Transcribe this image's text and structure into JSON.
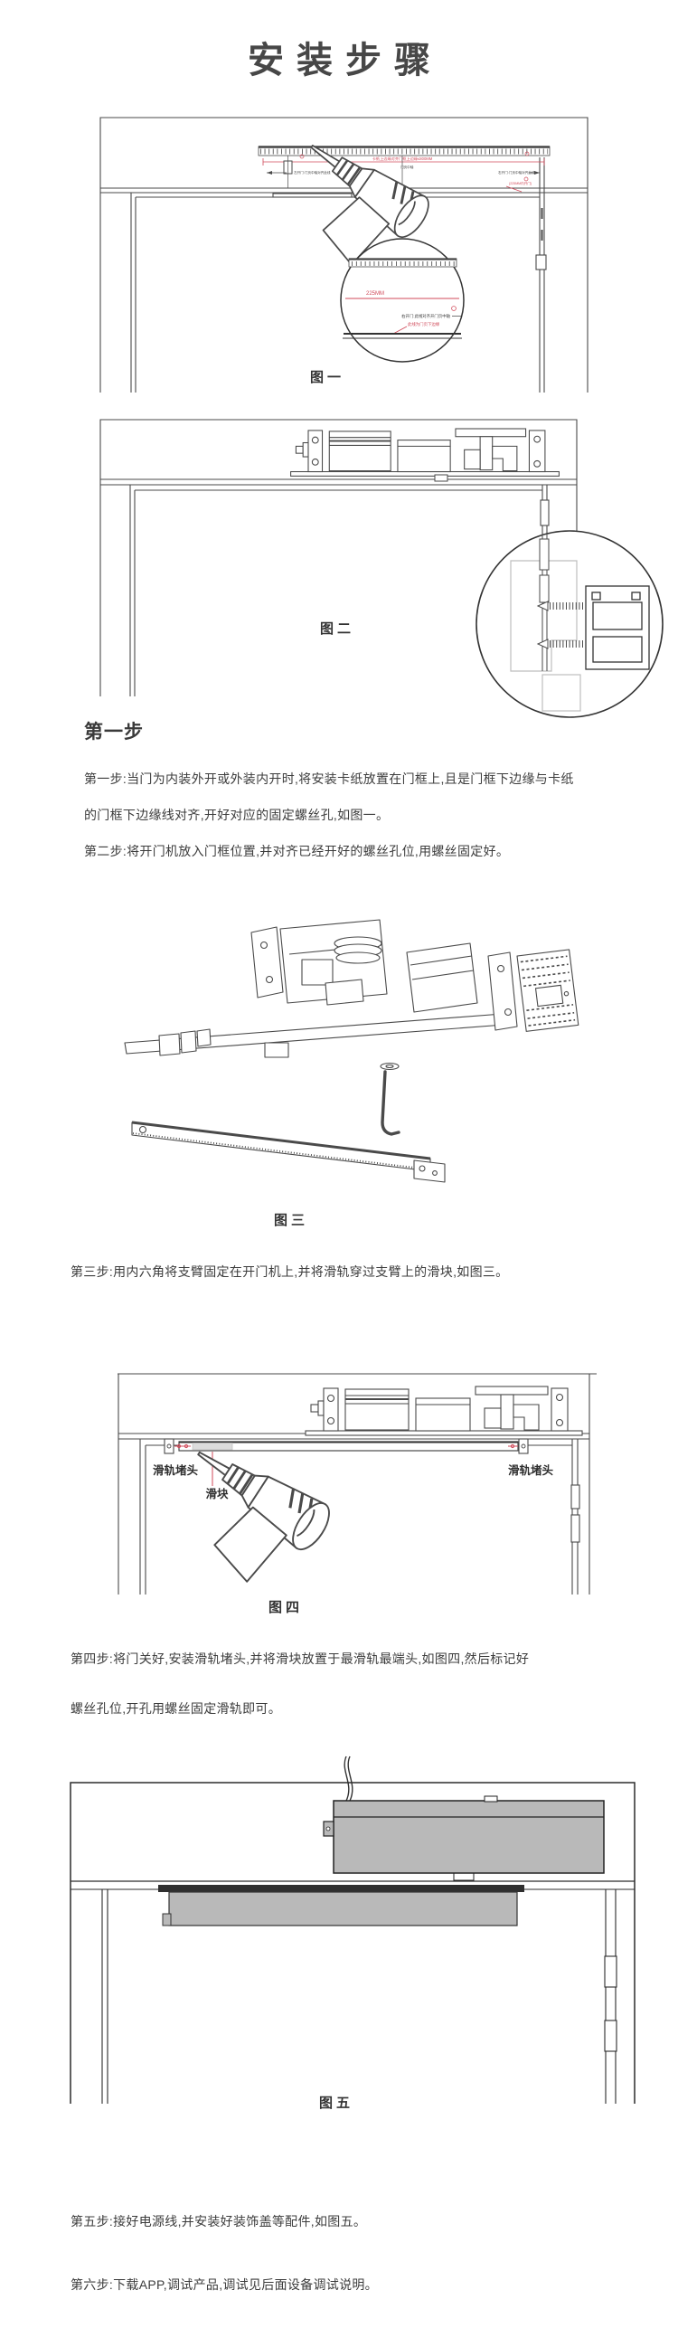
{
  "page": {
    "title": "安装步骤"
  },
  "colors": {
    "accent_red": "#d04a5a",
    "line_dark": "#4a4a4a",
    "cover_gray": "#b9b9b9",
    "text": "#3c3c3c"
  },
  "figures": {
    "fig1": {
      "caption": "图一",
      "ruler": {
        "note_left": "左开门:门页中轴对齐此线",
        "note_center": "卡纸上边缘对齐门框上边缘≤800MM",
        "note_mid": "门页中轴",
        "note_right": "右开门:门页中轴对齐此线",
        "note_right_red": "(225MM内开门)"
      },
      "detail": {
        "dim_label": "225MM",
        "note_black": "右开门:此线对齐开门页中轴",
        "note_red": "此线为门页下边缘"
      }
    },
    "fig2": {
      "caption": "图二"
    },
    "fig3": {
      "caption": "图三"
    },
    "fig4": {
      "caption": "图四",
      "labels": {
        "left_cap": "滑轨堵头",
        "slider": "滑块",
        "right_cap": "滑轨堵头"
      }
    },
    "fig5": {
      "caption": "图五"
    }
  },
  "steps": {
    "section1_heading": "第一步",
    "step1_line1": "第一步:当门为内装外开或外装内开时,将安装卡纸放置在门框上,且是门框下边缘与卡纸",
    "step1_line2": "的门框下边缘线对齐,开好对应的固定螺丝孔,如图一。",
    "step2": "第二步:将开门机放入门框位置,并对齐已经开好的螺丝孔位,用螺丝固定好。",
    "step3": "第三步:用内六角将支臂固定在开门机上,并将滑轨穿过支臂上的滑块,如图三。",
    "step4_line1": "第四步:将门关好,安装滑轨堵头,并将滑块放置于最滑轨最端头,如图四,然后标记好",
    "step4_line2": "螺丝孔位,开孔用螺丝固定滑轨即可。",
    "step5": "第五步:接好电源线,并安装好装饰盖等配件,如图五。",
    "step6": "第六步:下载APP,调试产品,调试见后面设备调试说明。"
  }
}
